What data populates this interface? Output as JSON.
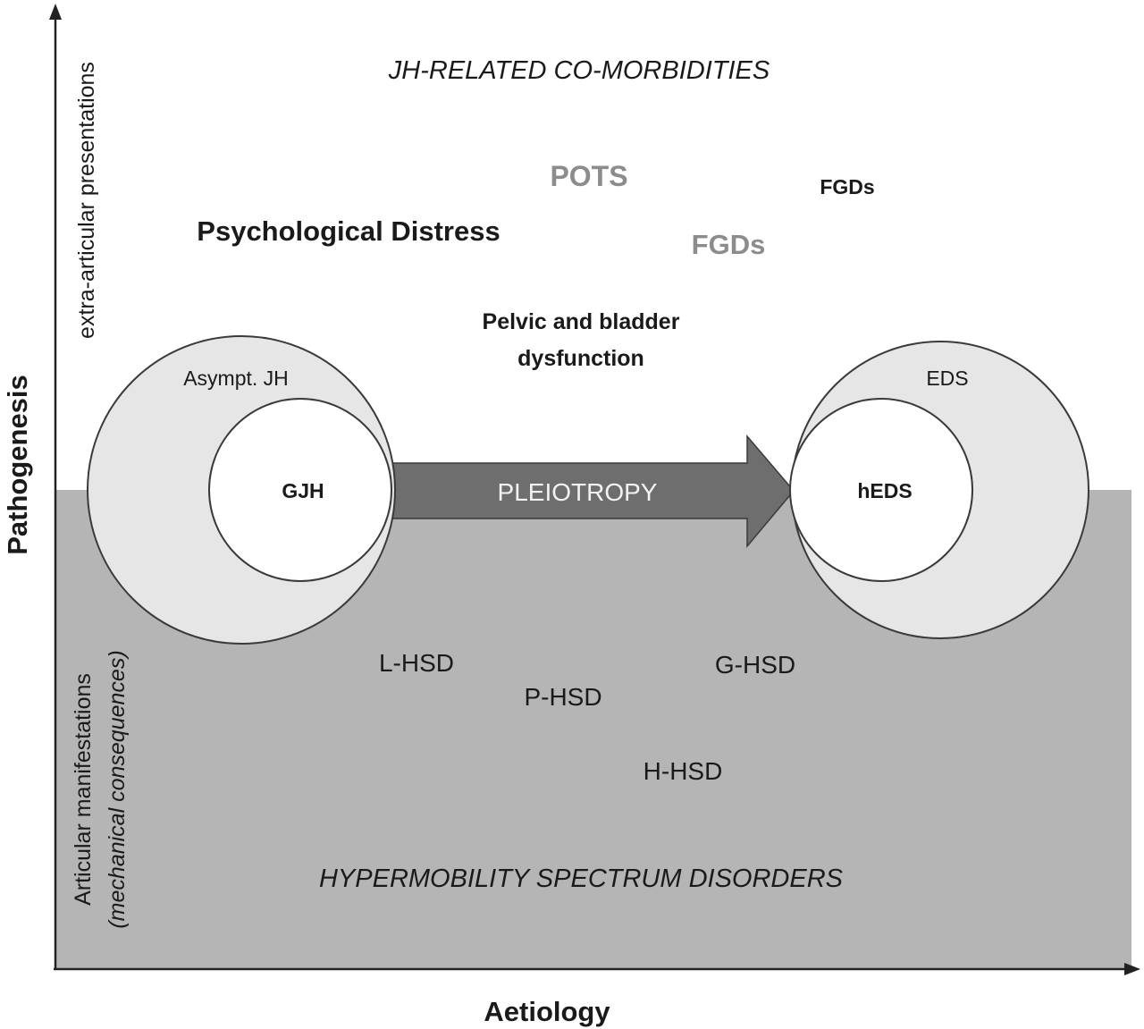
{
  "axes": {
    "x_label": "Aetiology",
    "y_label": "Pathogenesis",
    "upper_side_label": "extra-articular presentations",
    "lower_side_label_line1": "Articular manifestations",
    "lower_side_label_line2": "(mechanical consequences)"
  },
  "regions": {
    "upper_title": "JH-RELATED CO-MORBIDITIES",
    "lower_title": "HYPERMOBILITY SPECTRUM DISORDERS"
  },
  "comorbidities": {
    "pots": "POTS",
    "fgds_black": "FGDs",
    "fgds_gray": "FGDs",
    "psych": "Psychological Distress",
    "pelvic_line1": "Pelvic and bladder",
    "pelvic_line2": "dysfunction"
  },
  "left_circle": {
    "outer_label": "Asympt. JH",
    "inner_label": "GJH"
  },
  "right_circle": {
    "outer_label": "EDS",
    "inner_label": "hEDS"
  },
  "arrow": {
    "label": "PLEIOTROPY"
  },
  "hsd": {
    "l": "L-HSD",
    "p": "P-HSD",
    "g": "G-HSD",
    "h": "H-HSD"
  },
  "colors": {
    "lower_region": "#b5b5b5",
    "outer_circle": "#e6e6e6",
    "inner_circle": "#ffffff",
    "arrow_fill": "#6e6e6e",
    "gray_text": "#8c8c8c"
  }
}
